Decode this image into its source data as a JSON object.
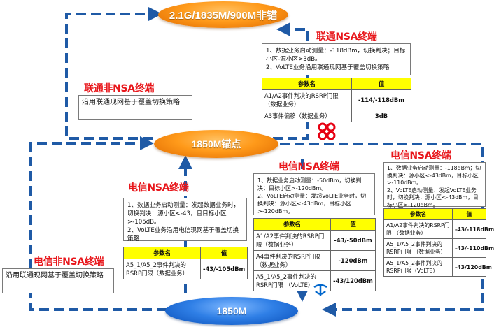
{
  "ellipses": {
    "top": "2.1G/1835M/900M非锚",
    "middle": "1850M锚点",
    "bottom": "1850M"
  },
  "unicom_nsa": {
    "heading": "联通NSA终端",
    "note": [
      "1、数据业务启动测量：-118dBm，切换判决；目标小区-源小区>3dB。",
      "2、VoLTE业务沿用联通现网基于覆盖切换策略"
    ],
    "table": {
      "headers": [
        "参数名",
        "值"
      ],
      "rows": [
        [
          "A1/A2事件判决的RSRP门限 （数据业务）",
          "-114/-118dBm"
        ],
        [
          "A3事件偏移（数据业务）",
          "3dB"
        ]
      ]
    }
  },
  "unicom_non_nsa": {
    "heading": "联通非NSA终端",
    "note": "沿用联通现网基于覆盖切换策略"
  },
  "telecom_nsa_left": {
    "heading": "电信NSA终端",
    "note": [
      "1、数据业务启动测量：发起数据业务时，切换判决：源小区<-43，且目标小区>-105dB。",
      "2、VoLTE业务沿用电信现网基于覆盖切换策略"
    ],
    "table": {
      "headers": [
        "参数名",
        "值"
      ],
      "rows": [
        [
          "A5_1/A5_2事件判决的RSRP门限（数据业务）",
          "-43/-105dBm"
        ]
      ]
    }
  },
  "telecom_nsa_middle": {
    "heading": "电信NSA终端",
    "note": [
      "1、数据业务启动测量：-50dBm，切换判决：目标小区>-120dBm。",
      "2、VoLTE启动测量：发起VoLTE业务时，切换判决：源小区<-43dBm，目标小区>-120dBm。"
    ],
    "table": {
      "headers": [
        "参数名",
        "值"
      ],
      "rows": [
        [
          "A1/A2事件判决的RSRP门限（数据业务）",
          "-43/-50dBm"
        ],
        [
          "A4事件判决的RSRP门限 （数据业务）",
          "-120dBm"
        ],
        [
          "A5_1/A5_2事件判决的RSRP门限 （VoLTE）",
          "-43/120dBm"
        ]
      ]
    }
  },
  "telecom_nsa_right": {
    "heading": "电信NSA终端",
    "note": [
      "1、数据业务启动测量：-118dBm；切换判决：源小区<-43dBm，目标小区>-110dBm。",
      "2、VoLTE启动测量：发起VoLTE业务时，切换判决：源小区<-43dBm，目标小区>-120dBm。"
    ],
    "table": {
      "headers": [
        "参数名",
        "值"
      ],
      "rows": [
        [
          "A1/A2事件判决的RSRP门限 （数据业务）",
          "-43/-118dBm"
        ],
        [
          "A5_1/A5_2事件判决的RSRP门限 （数据业务）",
          "-43/-110dBm"
        ],
        [
          "A5_1/A5_2事件判决的RSRP门限（VoLTE）",
          "-43/120dBm"
        ]
      ]
    }
  },
  "telecom_non_nsa": {
    "heading": "电信非NSA终端",
    "note": "沿用联通现网基于覆盖切换策略"
  },
  "colors": {
    "arrow": "#1f5aa6",
    "heading_red": "#e8161b",
    "table_header": "#ffff00",
    "orange": "#ff9a1a",
    "blue": "#2f7fe6",
    "unicom_logo": "#e60012",
    "telecom_logo": "#0066cc"
  },
  "icons": [
    "unicom-knot-logo",
    "china-telecom-logo"
  ]
}
